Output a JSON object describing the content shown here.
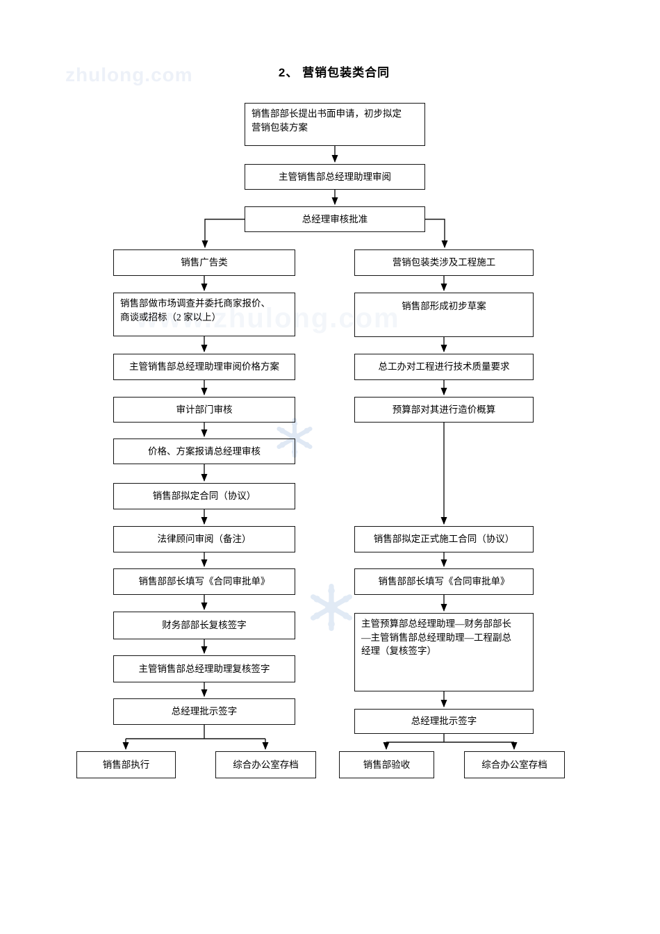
{
  "page": {
    "title": "2、 营销包装类合同",
    "watermark_brand": "zhulong.com",
    "watermark_url": "www.zhulong.com"
  },
  "diagram": {
    "type": "flowchart",
    "nodes": {
      "b1": "销售部部长提出书面申请，初步拟定\n营销包装方案",
      "b2": "主管销售部总经理助理审阅",
      "b3": "总经理审核批准",
      "b4": "销售广告类",
      "b5": "销售部做市场调查并委托商家报价、\n商谈或招标（2 家以上）",
      "b6": "主管销售部总经理助理审阅价格方案",
      "b7": "审计部门审核",
      "b8": "价格、方案报请总经理审核",
      "b9": "销售部拟定合同（协议）",
      "b10": "法律顾问审阅（备注）",
      "b11": "销售部部长填写《合同审批单》",
      "b12": "财务部部长复核签字",
      "b13": "主管销售部总经理助理复核签字",
      "b14": "总经理批示签字",
      "b15": "销售部执行",
      "b16": "综合办公室存档",
      "b17": "营销包装类涉及工程施工",
      "b18": "销售部形成初步草案",
      "b19": "总工办对工程进行技术质量要求",
      "b20": "预算部对其进行造价概算",
      "b21": "销售部拟定正式施工合同（协议）",
      "b22": "销售部部长填写《合同审批单》",
      "b23": "主管预算部总经理助理—财务部部长\n—主管销售部总经理助理—工程副总\n经理（复核签字）",
      "b24": "总经理批示签字",
      "b25": "销售部验收",
      "b26": "综合办公室存档"
    },
    "edges": [
      [
        "b1",
        "b2"
      ],
      [
        "b2",
        "b3"
      ],
      [
        "b3",
        "b4"
      ],
      [
        "b3",
        "b17"
      ],
      [
        "b4",
        "b5"
      ],
      [
        "b5",
        "b6"
      ],
      [
        "b6",
        "b7"
      ],
      [
        "b7",
        "b8"
      ],
      [
        "b8",
        "b9"
      ],
      [
        "b9",
        "b10"
      ],
      [
        "b10",
        "b11"
      ],
      [
        "b11",
        "b12"
      ],
      [
        "b12",
        "b13"
      ],
      [
        "b13",
        "b14"
      ],
      [
        "b14",
        "b15"
      ],
      [
        "b14",
        "b16"
      ],
      [
        "b17",
        "b18"
      ],
      [
        "b18",
        "b19"
      ],
      [
        "b19",
        "b20"
      ],
      [
        "b20",
        "b21"
      ],
      [
        "b21",
        "b22"
      ],
      [
        "b22",
        "b23"
      ],
      [
        "b23",
        "b24"
      ],
      [
        "b24",
        "b25"
      ],
      [
        "b24",
        "b26"
      ]
    ]
  }
}
